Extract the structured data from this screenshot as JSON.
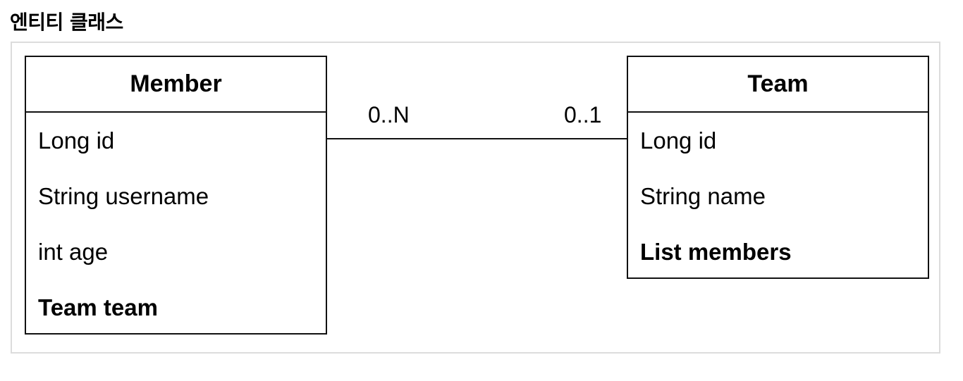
{
  "title": "엔티티 클래스",
  "entities": {
    "member": {
      "name": "Member",
      "fields": [
        {
          "text": "Long id",
          "bold": false
        },
        {
          "text": "String username",
          "bold": false
        },
        {
          "text": "int age",
          "bold": false
        },
        {
          "text": "Team team",
          "bold": true
        }
      ]
    },
    "team": {
      "name": "Team",
      "fields": [
        {
          "text": "Long id",
          "bold": false
        },
        {
          "text": "String name",
          "bold": false
        },
        {
          "text": "List members",
          "bold": true
        }
      ]
    }
  },
  "association": {
    "member_multiplicity": "0..N",
    "team_multiplicity": "0..1"
  }
}
